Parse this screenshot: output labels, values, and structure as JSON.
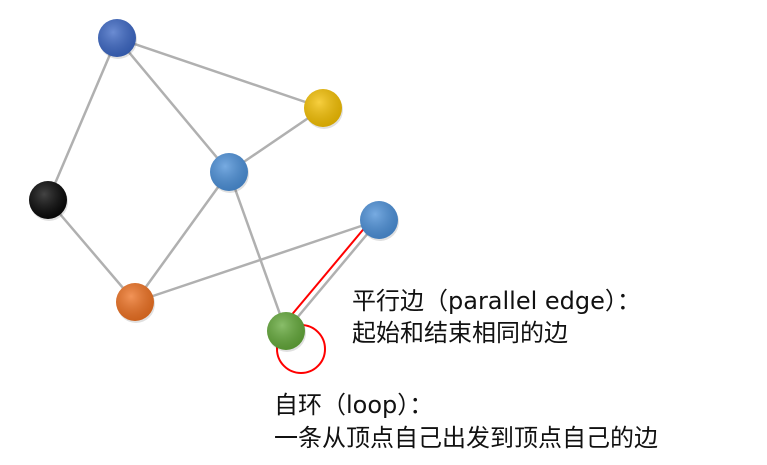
{
  "graph": {
    "nodes": [
      {
        "id": "n1",
        "color": "#3a66c4"
      },
      {
        "id": "n2",
        "color": "#f5c000"
      },
      {
        "id": "n3",
        "color": "#4a8fd8"
      },
      {
        "id": "n4",
        "color": "#050505"
      },
      {
        "id": "n5",
        "color": "#4a8fd8"
      },
      {
        "id": "n6",
        "color": "#ee7020"
      },
      {
        "id": "n7",
        "color": "#62a838"
      }
    ],
    "edges": [
      [
        "n1",
        "n2"
      ],
      [
        "n1",
        "n3"
      ],
      [
        "n1",
        "n4"
      ],
      [
        "n4",
        "n6"
      ],
      [
        "n6",
        "n3"
      ],
      [
        "n3",
        "n2"
      ],
      [
        "n3",
        "n7"
      ],
      [
        "n6",
        "n5"
      ],
      [
        "n7",
        "n5"
      ]
    ],
    "parallel_edge": [
      "n7",
      "n5"
    ],
    "loop": "n7",
    "edge_color": "#b0b0b0",
    "highlight_color": "#ff0000"
  },
  "annotations": {
    "parallel_title": "平行边（parallel edge）：",
    "parallel_desc": "起始和结束相同的边",
    "loop_title": "自环（loop）：",
    "loop_desc": "一条从顶点自己出发到顶点自己的边"
  }
}
